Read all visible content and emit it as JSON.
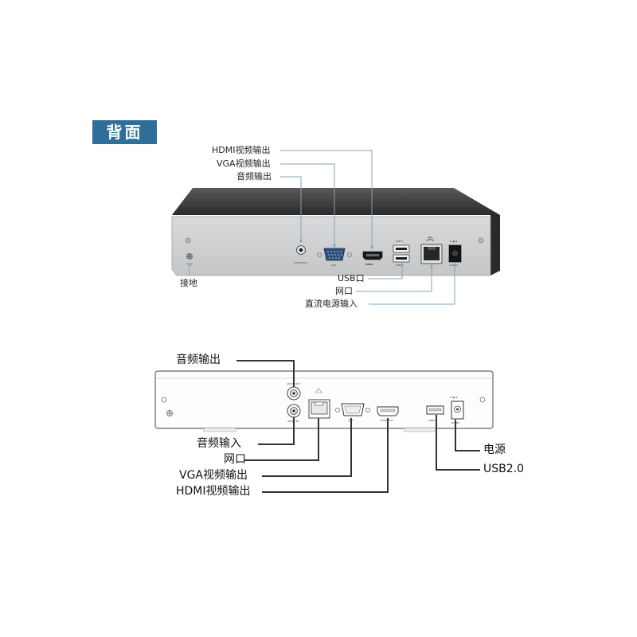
{
  "badge": "背面",
  "top_diagram": {
    "callouts": {
      "hdmi": "HDMI视频输出",
      "vga": "VGA视频输出",
      "audio": "音频输出",
      "ground": "接地",
      "usb": "USB口",
      "lan": "网口",
      "dc": "直流电源输入"
    },
    "panel_marks": {
      "audio_out": "AUDIO OUT",
      "vga": "VGA",
      "hdmi": "HDMI",
      "usb_top": "USB 1",
      "usb_bottom": "USB 2",
      "dc": "12V DC"
    }
  },
  "bottom_diagram": {
    "callouts": {
      "audio_out": "音频输出",
      "audio_in": "音频输入",
      "lan": "网口",
      "vga": "VGA视频输出",
      "hdmi": "HDMI视频输出",
      "power": "电源",
      "usb": "USB2.0"
    },
    "panel_marks": {
      "audio_out": "AUDIO OUT",
      "audio_in": "AUDIO IN",
      "vga": "VGA",
      "hdmi": "HDMI OUT",
      "usb": "USB2.0",
      "dc": "12V DC"
    }
  }
}
